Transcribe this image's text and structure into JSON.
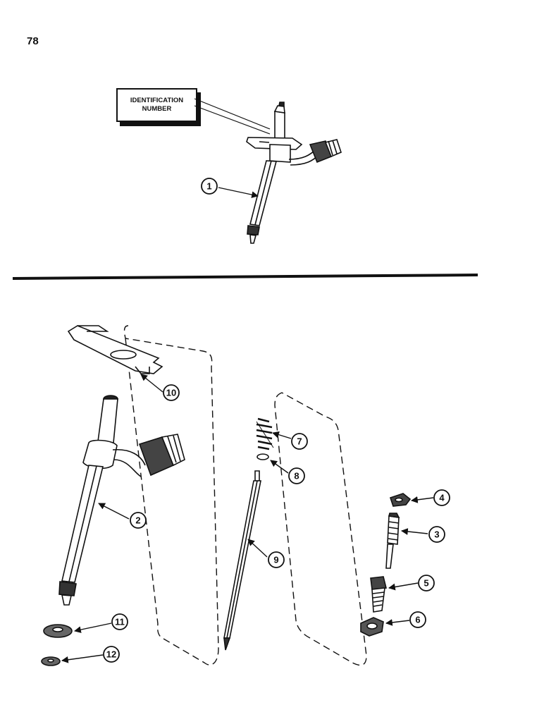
{
  "page_number": "78",
  "identification_label": {
    "line1": "IDENTIFICATION",
    "line2": "NUMBER"
  },
  "callouts": {
    "c1": "1",
    "c2": "2",
    "c3": "3",
    "c4": "4",
    "c5": "5",
    "c6": "6",
    "c7": "7",
    "c8": "8",
    "c9": "9",
    "c10": "10",
    "c11": "11",
    "c12": "12"
  }
}
